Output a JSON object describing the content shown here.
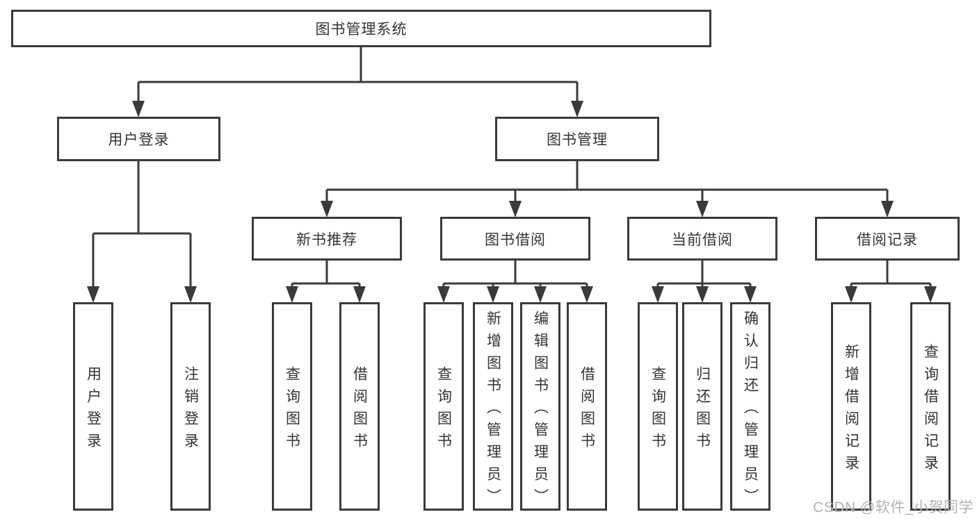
{
  "tree": {
    "label": "图书管理系统",
    "children": [
      {
        "label": "用户登录",
        "children": [
          {
            "label": "用户登录"
          },
          {
            "label": "注销登录"
          }
        ]
      },
      {
        "label": "图书管理",
        "children": [
          {
            "label": "新书推荐",
            "children": [
              {
                "label": "查询图书"
              },
              {
                "label": "借阅图书"
              }
            ]
          },
          {
            "label": "图书借阅",
            "children": [
              {
                "label": "查询图书"
              },
              {
                "label": "新增图书（管理员）"
              },
              {
                "label": "编辑图书（管理员）"
              },
              {
                "label": "借阅图书"
              }
            ]
          },
          {
            "label": "当前借阅",
            "children": [
              {
                "label": "查询图书"
              },
              {
                "label": "归还图书"
              },
              {
                "label": "确认归还（管理员）"
              }
            ]
          },
          {
            "label": "借阅记录",
            "children": [
              {
                "label": "新增借阅记录"
              },
              {
                "label": "查询借阅记录"
              }
            ]
          }
        ]
      }
    ]
  },
  "watermark": {
    "text": "CSDN @软件_小贺同学"
  },
  "colors": {
    "line": "#3a3a3a",
    "box_border": "#3a3a3a",
    "text": "#333333",
    "watermark": "#b2b2b2",
    "background": "#ffffff"
  }
}
